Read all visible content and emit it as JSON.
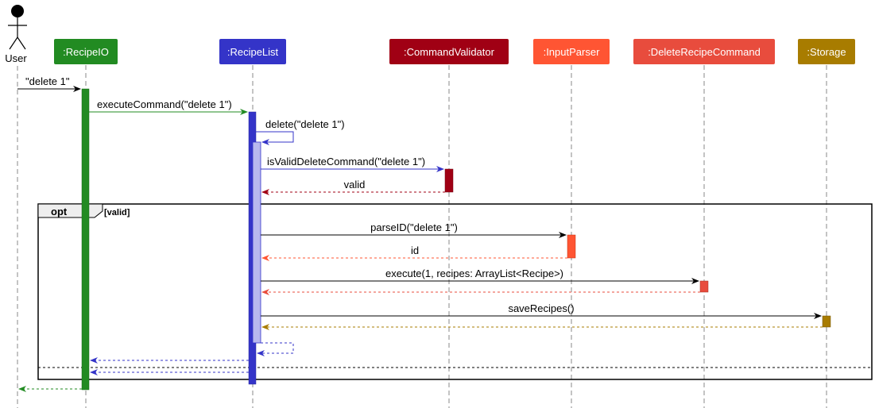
{
  "actor": {
    "label": "User"
  },
  "participants": [
    {
      "id": "recipeio",
      "label": ":RecipeIO",
      "color": "#228B22"
    },
    {
      "id": "recipelist",
      "label": ":RecipeList",
      "color": "#3434C8"
    },
    {
      "id": "validator",
      "label": ":CommandValidator",
      "color": "#A00014"
    },
    {
      "id": "parser",
      "label": ":InputParser",
      "color": "#FF5533"
    },
    {
      "id": "deletecmd",
      "label": ":DeleteRecipeCommand",
      "color": "#E84C3D"
    },
    {
      "id": "storage",
      "label": ":Storage",
      "color": "#A87C00"
    }
  ],
  "messages": {
    "m1": "\"delete 1\"",
    "m2": "executeCommand(\"delete 1\")",
    "m3": "delete(\"delete 1\")",
    "m4": "isValidDeleteCommand(\"delete 1\")",
    "m5": "valid",
    "m6": "parseID(\"delete 1\")",
    "m7": "id",
    "m8": "execute(1, recipes: ArrayList<Recipe>)",
    "m9": "saveRecipes()"
  },
  "fragment": {
    "operator": "opt",
    "guard": "[valid]"
  },
  "colors": {
    "recipeio": "#228B22",
    "recipelist": "#3434C8",
    "recipelist_light": "#B8B8EE",
    "validator": "#A00014",
    "parser": "#FF5533",
    "deletecmd": "#E84C3D",
    "storage": "#A87C00"
  }
}
